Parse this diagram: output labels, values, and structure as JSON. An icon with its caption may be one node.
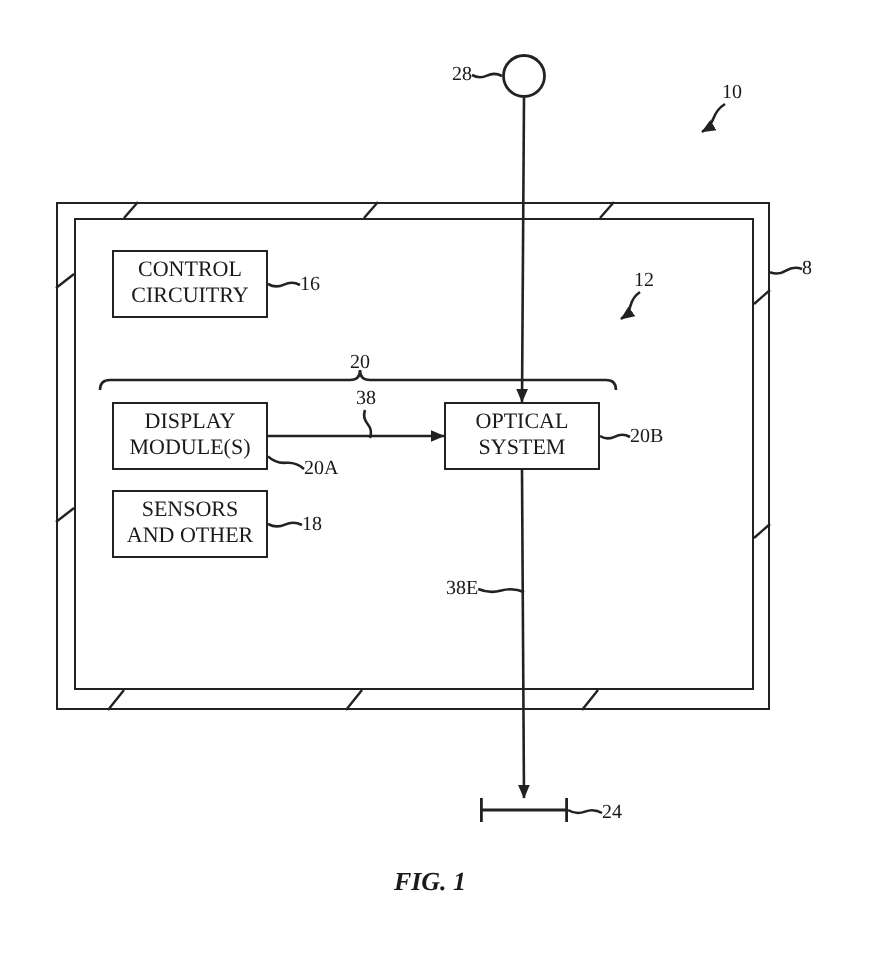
{
  "diagram": {
    "caption": "FIG. 1",
    "nodes": [
      {
        "text": [
          "28"
        ]
      },
      {
        "text": [],
        "shape": "circle"
      },
      {
        "text": [
          "10"
        ]
      },
      {
        "text": [],
        "shape": "box"
      },
      {
        "text": [],
        "shape": "box",
        "in": 3
      },
      {
        "text": [
          "8"
        ]
      },
      {
        "text": [
          "12"
        ],
        "in": 4
      },
      {
        "text": [
          "CONTROL CIRCUITRY"
        ],
        "in": 4
      },
      {
        "text": [
          "16"
        ],
        "in": 4
      },
      {
        "text": [
          "DISPLAY MODULE(S)"
        ],
        "in": 4
      },
      {
        "text": [
          "38"
        ],
        "in": 4
      },
      {
        "text": [
          "OPTICAL SYSTEM"
        ],
        "in": 4
      },
      {
        "text": [
          "20B"
        ],
        "in": 4
      },
      {
        "text": [
          "20A"
        ],
        "in": 4
      },
      {
        "text": [
          "SENSORS AND OTHER"
        ],
        "in": 4
      },
      {
        "text": [
          "18"
        ],
        "in": 4
      },
      {
        "text": [
          "38E"
        ],
        "in": 4
      },
      {
        "text": [],
        "shape": "bar"
      },
      {
        "text": [
          "24"
        ]
      }
    ],
    "edges": [
      {
        "from": 0,
        "to": 1,
        "arrow": "none"
      },
      {
        "from": 1,
        "to": 11,
        "arrow": "to"
      },
      {
        "from": 2,
        "to": null,
        "arrow": "to"
      },
      {
        "from": 5,
        "to": 3,
        "arrow": "none"
      },
      {
        "from": 6,
        "to": 4,
        "arrow": "to"
      },
      {
        "from": 8,
        "to": 7,
        "arrow": "none"
      },
      {
        "from": 9,
        "to": 11,
        "arrow": "to"
      },
      {
        "from": 10,
        "to": null,
        "arrow": "none"
      },
      {
        "from": 12,
        "to": 11,
        "arrow": "none"
      },
      {
        "from": 13,
        "to": 9,
        "arrow": "none"
      },
      {
        "from": 15,
        "to": 14,
        "arrow": "none"
      },
      {
        "from": 11,
        "to": 17,
        "arrow": "to"
      },
      {
        "from": 16,
        "to": null,
        "arrow": "none"
      },
      {
        "from": 18,
        "to": 17,
        "arrow": "none"
      }
    ],
    "labels": [
      "20"
    ]
  }
}
